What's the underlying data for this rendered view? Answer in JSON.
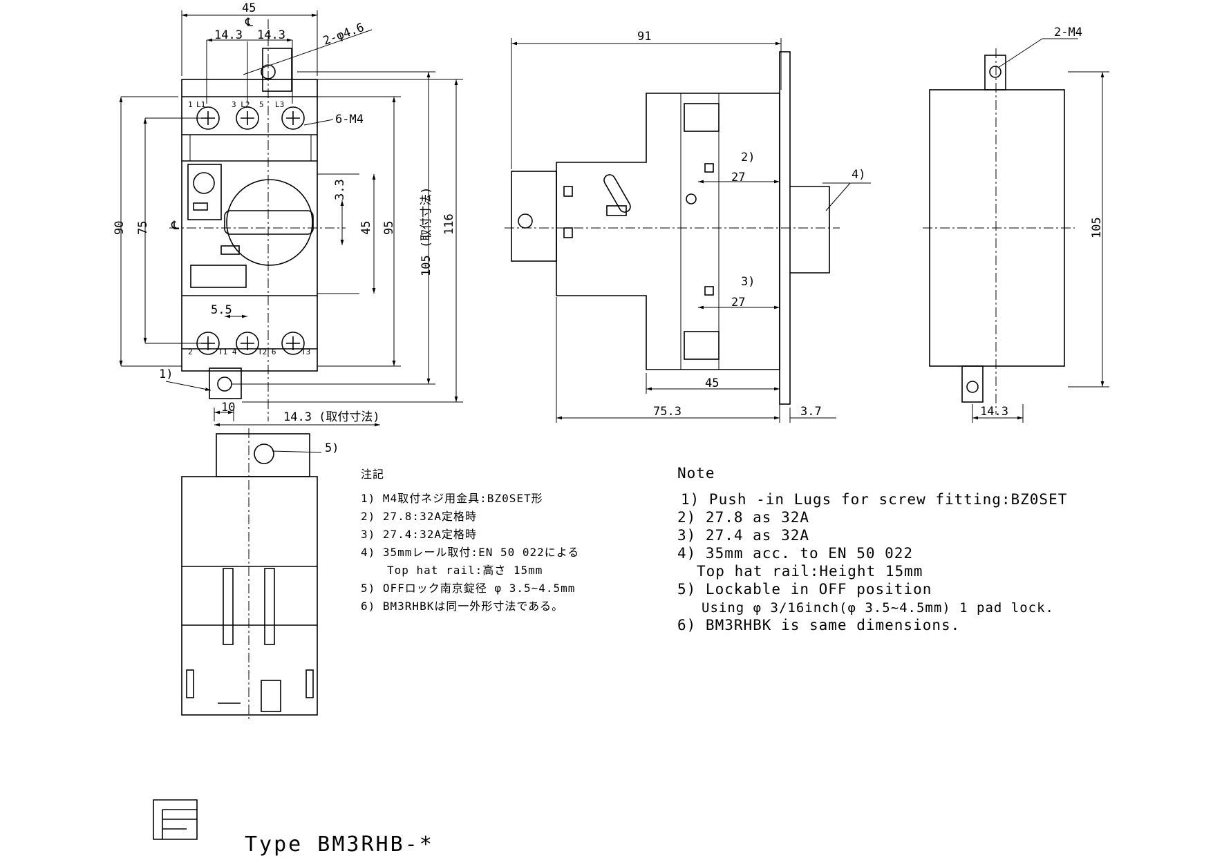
{
  "dimensions": {
    "w45": "45",
    "pitch_left": "14.3",
    "pitch_right": "14.3",
    "centerline": "℄",
    "hole": "2-φ4.6",
    "screws": "6-M4",
    "h90": "90",
    "h75": "75",
    "d3_3": "3.3",
    "v45": "45",
    "h95": "95",
    "h105_mount": "105 (取付寸法)",
    "h116": "116",
    "d5_5": "5.5",
    "ref1": "1)",
    "d10": "10",
    "d14_3_mount": "14.3 (取付寸法)",
    "ref5": "5)",
    "d91": "91",
    "ref2": "2)",
    "d27": "27",
    "ref4": "4)",
    "ref3": "3)",
    "d45_side": "45",
    "d75_3": "75.3",
    "d3_7": "3.7",
    "back_screws": "2-M4",
    "h105_back": "105",
    "d14_3_back": "14.3"
  },
  "terminals": {
    "t0": "1",
    "t1": "L1",
    "t2": "3 L2",
    "t3": "5",
    "t4": "L3",
    "t5": "",
    "b0": "2",
    "b1": "T1 4",
    "b2": "T2 6",
    "b3": "T3"
  },
  "notes_jp": {
    "title": "注記",
    "items": [
      "1)  M4取付ネジ用金具:BZ0SET形",
      "2)  27.8:32A定格時",
      "3)  27.4:32A定格時",
      "4)  35mmレール取付:EN 50 022による",
      "Top hat rail:高さ 15mm",
      "5)  OFFロック南京錠径 φ 3.5~4.5mm",
      "6)  BM3RHBKは同一外形寸法である。"
    ]
  },
  "notes_en": {
    "title": "Note",
    "items": [
      "1) Push -in Lugs for screw fitting:BZ0SET",
      "2) 27.8 as 32A",
      "3) 27.4 as 32A",
      "4) 35mm acc. to EN 50 022",
      "Top hat rail:Height 15mm",
      "5) Lockable in OFF position",
      "Using φ 3/16inch(φ 3.5~4.5mm) 1 pad lock.",
      "6) BM3RHBK is same dimensions."
    ]
  },
  "footer": {
    "type_label": "Type  BM3RHB-*"
  }
}
